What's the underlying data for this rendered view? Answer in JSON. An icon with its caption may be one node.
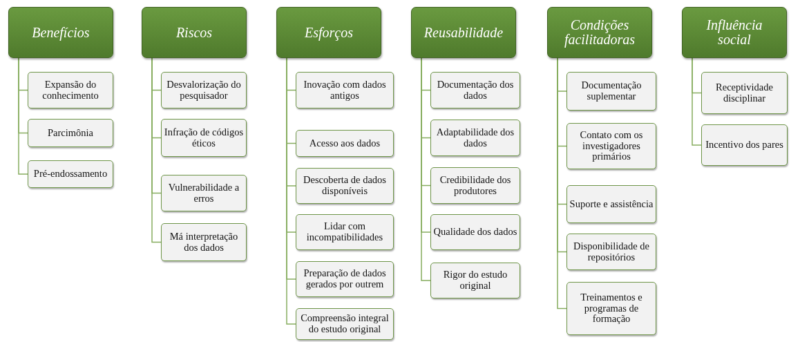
{
  "diagram": {
    "nodes": [
      {
        "text": [
          "Benefícios"
        ]
      },
      {
        "text": [
          "Expansão do conhecimento"
        ]
      },
      {
        "text": [
          "Parcimônia"
        ]
      },
      {
        "text": [
          "Pré-endossamento"
        ]
      },
      {
        "text": [
          "Riscos"
        ]
      },
      {
        "text": [
          "Desvalorização do pesquisador"
        ]
      },
      {
        "text": [
          "Infração de códigos éticos"
        ]
      },
      {
        "text": [
          "Vulnerabilidade a erros"
        ]
      },
      {
        "text": [
          "Má interpretação dos dados"
        ]
      },
      {
        "text": [
          "Esforços"
        ]
      },
      {
        "text": [
          "Inovação com dados antigos"
        ]
      },
      {
        "text": [
          "Acesso aos dados"
        ]
      },
      {
        "text": [
          "Descoberta de dados disponíveis"
        ]
      },
      {
        "text": [
          "Lidar com incompatibilidades"
        ]
      },
      {
        "text": [
          "Preparação de dados gerados por outrem"
        ]
      },
      {
        "text": [
          "Compreensão integral do estudo original"
        ]
      },
      {
        "text": [
          "Reusabilidade"
        ]
      },
      {
        "text": [
          "Documentação dos dados"
        ]
      },
      {
        "text": [
          "Adaptabilidade dos dados"
        ]
      },
      {
        "text": [
          "Credibilidade dos produtores"
        ]
      },
      {
        "text": [
          "Qualidade dos dados"
        ]
      },
      {
        "text": [
          "Rigor do estudo original"
        ]
      },
      {
        "text": [
          "Condições facilitadoras"
        ]
      },
      {
        "text": [
          "Documentação suplementar"
        ]
      },
      {
        "text": [
          "Contato com os investigadores primários"
        ]
      },
      {
        "text": [
          "Suporte e assistência"
        ]
      },
      {
        "text": [
          "Disponibilidade de repositórios"
        ]
      },
      {
        "text": [
          "Treinamentos e programas de formação"
        ]
      },
      {
        "text": [
          "Influência social"
        ]
      },
      {
        "text": [
          "Receptividade disciplinar"
        ]
      },
      {
        "text": [
          "Incentivo dos pares"
        ]
      }
    ],
    "edges": [
      {
        "from": 0,
        "to": 1,
        "arrow": "none"
      },
      {
        "from": 0,
        "to": 2,
        "arrow": "none"
      },
      {
        "from": 0,
        "to": 3,
        "arrow": "none"
      },
      {
        "from": 4,
        "to": 5,
        "arrow": "none"
      },
      {
        "from": 4,
        "to": 6,
        "arrow": "none"
      },
      {
        "from": 4,
        "to": 7,
        "arrow": "none"
      },
      {
        "from": 4,
        "to": 8,
        "arrow": "none"
      },
      {
        "from": 9,
        "to": 10,
        "arrow": "none"
      },
      {
        "from": 9,
        "to": 11,
        "arrow": "none"
      },
      {
        "from": 9,
        "to": 12,
        "arrow": "none"
      },
      {
        "from": 9,
        "to": 13,
        "arrow": "none"
      },
      {
        "from": 9,
        "to": 14,
        "arrow": "none"
      },
      {
        "from": 9,
        "to": 15,
        "arrow": "none"
      },
      {
        "from": 16,
        "to": 17,
        "arrow": "none"
      },
      {
        "from": 16,
        "to": 18,
        "arrow": "none"
      },
      {
        "from": 16,
        "to": 19,
        "arrow": "none"
      },
      {
        "from": 16,
        "to": 20,
        "arrow": "none"
      },
      {
        "from": 16,
        "to": 21,
        "arrow": "none"
      },
      {
        "from": 22,
        "to": 23,
        "arrow": "none"
      },
      {
        "from": 22,
        "to": 24,
        "arrow": "none"
      },
      {
        "from": 22,
        "to": 25,
        "arrow": "none"
      },
      {
        "from": 22,
        "to": 26,
        "arrow": "none"
      },
      {
        "from": 22,
        "to": 27,
        "arrow": "none"
      },
      {
        "from": 28,
        "to": 29,
        "arrow": "none"
      },
      {
        "from": 28,
        "to": 30,
        "arrow": "none"
      }
    ]
  }
}
